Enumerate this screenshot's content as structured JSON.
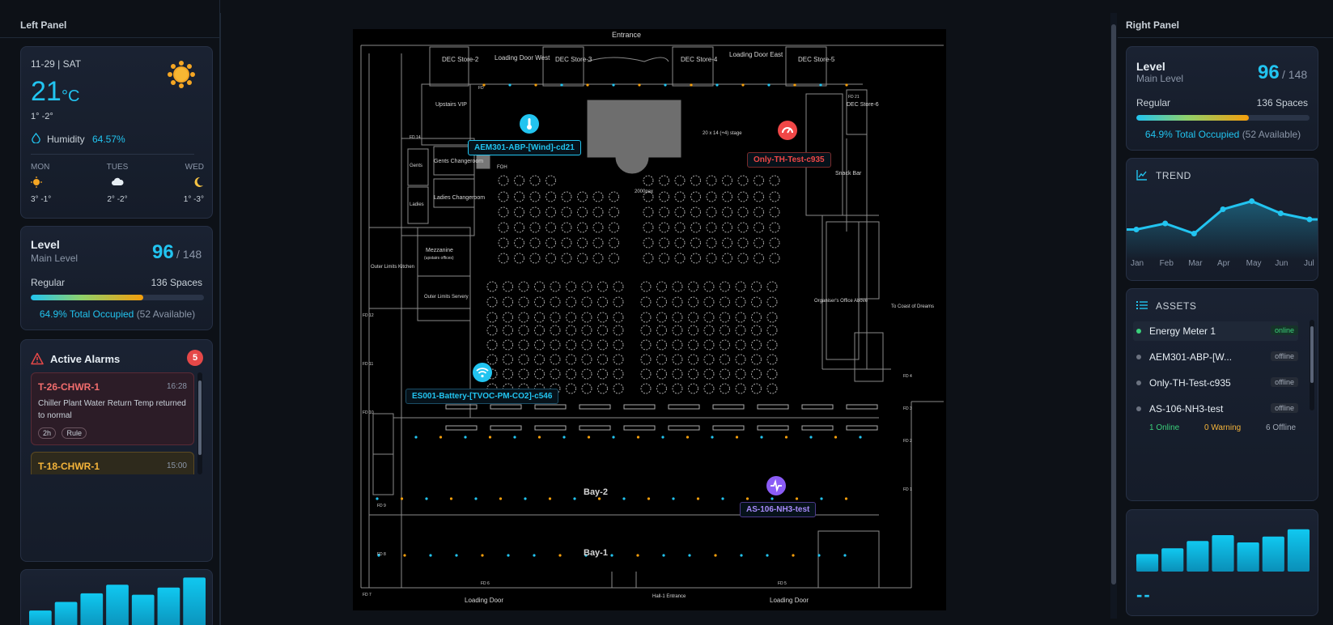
{
  "left_panel": {
    "title": "Left Panel",
    "weather": {
      "date": "11-29 | SAT",
      "temp": "21",
      "unit": "°C",
      "range": "1°  -2°",
      "humidity_label": "Humidity",
      "humidity_value": "64.57%",
      "forecast": [
        {
          "day": "MON",
          "icon": "sun-icon",
          "range": "3° -1°"
        },
        {
          "day": "TUES",
          "icon": "cloud-icon",
          "range": "2° -2°"
        },
        {
          "day": "WED",
          "icon": "moon-icon",
          "range": "1° -3°"
        }
      ]
    },
    "level": {
      "title": "Level",
      "subtitle": "Main Level",
      "value": "96",
      "total": "/ 148",
      "category": "Regular",
      "spaces": "136 Spaces",
      "occupancy_fraction": 0.649,
      "occupied_text": "64.9% Total Occupied",
      "available_text": "(52 Available)"
    },
    "alarms": {
      "title": "Active Alarms",
      "count": "5",
      "items": [
        {
          "code": "T-26-CHWR-1",
          "time": "16:28",
          "severity": "red",
          "description": "Chiller Plant Water Return Temp returned to normal",
          "tags": [
            "2h",
            "Rule"
          ]
        },
        {
          "code": "T-18-CHWR-1",
          "time": "15:00",
          "severity": "amber",
          "description": "",
          "tags": []
        }
      ]
    },
    "bars": [
      28,
      40,
      52,
      64,
      50,
      60,
      74
    ]
  },
  "map": {
    "labels": {
      "entrance": "Entrance",
      "dec_store_2": "DEC Store-2",
      "loading_door_west": "Loading Door West",
      "dec_store_3": "DEC Store-3",
      "dec_store_4": "DEC Store-4",
      "loading_door_east": "Loading Door East",
      "dec_store_5": "DEC Store-5",
      "dec_store_6": "DEC Store-6",
      "upstairs_vip": "Upstairs VIP",
      "gents_changeroom": "Gents Changeroom",
      "ladies_changeroom": "Ladies Changeroom",
      "foh": "FOH",
      "gents": "Gents",
      "ladies": "Ladies",
      "stage": "20 x 14 (+4) stage",
      "capacity": "2000pax",
      "snack_bar": "Snack Bar",
      "mezzanine": "Mezzanine",
      "mezzanine_sub": "(upstairs offices)",
      "outer_limits_kitchen": "Outer Limits Kitchen",
      "outer_limits_servery": "Outer Limits Servery",
      "organisers_office": "Organiser's Office Above",
      "to_coast": "To Coast of Dreams",
      "bay2": "Bay-2",
      "bay1": "Bay-1",
      "loading_door": "Loading Door",
      "hall1_entrance": "Hall-1 Entrance",
      "fd5": "FD 5",
      "fd6": "FD 6",
      "fd7": "FD 7",
      "fd8": "FD 8",
      "fd9": "FD 9",
      "fd10": "FD 10",
      "fd11": "FD 11",
      "fd12": "FD 12",
      "fd14": "FD 14",
      "fd21": "FD 21",
      "fd1": "FD 1",
      "fd2": "FD 2",
      "fd3": "FD 3",
      "fd4": "FD 4",
      "fd": "FD"
    },
    "devices": [
      {
        "name": "AEM301-ABP-[Wind]-cd21",
        "icon": "thermometer-icon",
        "color": "#22c4f0"
      },
      {
        "name": "Only-TH-Test-c935",
        "icon": "gauge-icon",
        "color": "#f04747"
      },
      {
        "name": "ES001-Battery-[TVOC-PM-CO2]-c546",
        "icon": "wifi-icon",
        "color": "#22c4f0"
      },
      {
        "name": "AS-106-NH3-test",
        "icon": "pulse-icon",
        "color": "#8b5cf6"
      }
    ]
  },
  "right_panel": {
    "title": "Right Panel",
    "level": {
      "title": "Level",
      "subtitle": "Main Level",
      "value": "96",
      "total": "/ 148",
      "category": "Regular",
      "spaces": "136 Spaces",
      "occupancy_fraction": 0.649,
      "occupied_text": "64.9% Total Occupied",
      "available_text": "(52 Available)"
    },
    "trend": {
      "title": "TREND",
      "months": [
        "Jan",
        "Feb",
        "Mar",
        "Apr",
        "May",
        "Jun",
        "Jul"
      ],
      "values": [
        42,
        48,
        38,
        62,
        70,
        58,
        52
      ]
    },
    "assets": {
      "title": "ASSETS",
      "items": [
        {
          "name": "Energy Meter 1",
          "status": "online"
        },
        {
          "name": "AEM301-ABP-[W...",
          "status": "offline"
        },
        {
          "name": "Only-TH-Test-c935",
          "status": "offline"
        },
        {
          "name": "AS-106-NH3-test",
          "status": "offline"
        }
      ],
      "summary": {
        "online": "1 Online",
        "warning": "0 Warning",
        "offline": "6 Offline"
      }
    },
    "bars": [
      24,
      32,
      42,
      50,
      40,
      48,
      58
    ],
    "value": "--"
  },
  "colors": {
    "accent": "#22c4f0",
    "alarm_red": "#e54848",
    "warning": "#f5b43a",
    "online": "#3ad07a"
  }
}
